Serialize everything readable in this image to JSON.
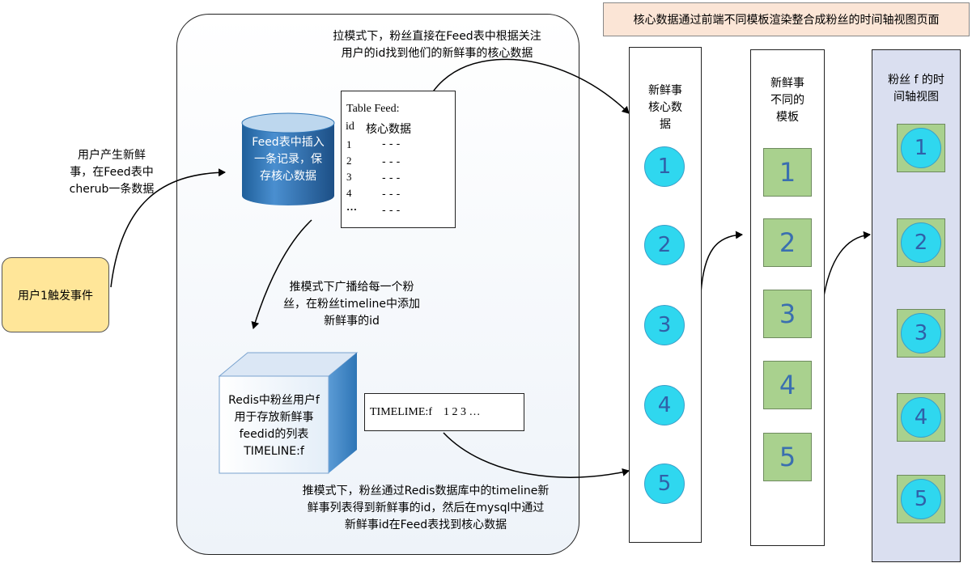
{
  "title": "核心数据通过前端不同模板渲染整合成粉丝的时间轴视图页面",
  "user_box": "用户1触发事件",
  "user_note": "用户产生新鲜\n事，在Feed表中\ncherub一条数据",
  "cylinder_label": "Feed表中插入\n一条记录，保\n存核心数据",
  "pull_note": "拉模式下，粉丝直接在Feed表中根据关注\n用户的id找到他们的新鲜事的核心数据",
  "feed_table": {
    "title": "Table Feed:",
    "header_id": "id",
    "header_data": "核心数据",
    "rows": [
      {
        "id": "1",
        "data": "- - -"
      },
      {
        "id": "2",
        "data": "- - -"
      },
      {
        "id": "3",
        "data": "- - -"
      },
      {
        "id": "4",
        "data": "- - -"
      },
      {
        "id": "…",
        "data": "- - -"
      }
    ]
  },
  "push_note": "推模式下广播给每一个粉\n丝，在粉丝timeline中添加\n新鲜事的id",
  "redis_label": "Redis中粉丝用户f\n用于存放新鲜事\nfeedid的列表\nTIMELINE:f",
  "timeline_box": "TIMELIME:f    1 2 3 …",
  "push_read_note": "推模式下，粉丝通过Redis数据库中的timeline新\n鲜事列表得到新鲜事的id，然后在mysql中通过\n新鲜事id在Feed表找到核心数据",
  "column1": {
    "title": "新鲜事\n核心数\n据",
    "items": [
      "1",
      "2",
      "3",
      "4",
      "5"
    ]
  },
  "column2": {
    "title": "新鲜事\n不同的\n模板",
    "items": [
      "1",
      "2",
      "3",
      "4",
      "5"
    ]
  },
  "column3": {
    "title": "粉丝 f 的时\n间轴视图",
    "items": [
      "1",
      "2",
      "3",
      "4",
      "5"
    ]
  },
  "colors": {
    "title_bg": "#fbe5d6",
    "user_box_bg": "#ffe699",
    "cylinder_blue": "#2e75b6",
    "circle_fill": "#2fd7ef",
    "template_green": "#a9d18e",
    "timeline_bg": "#dadff0"
  }
}
